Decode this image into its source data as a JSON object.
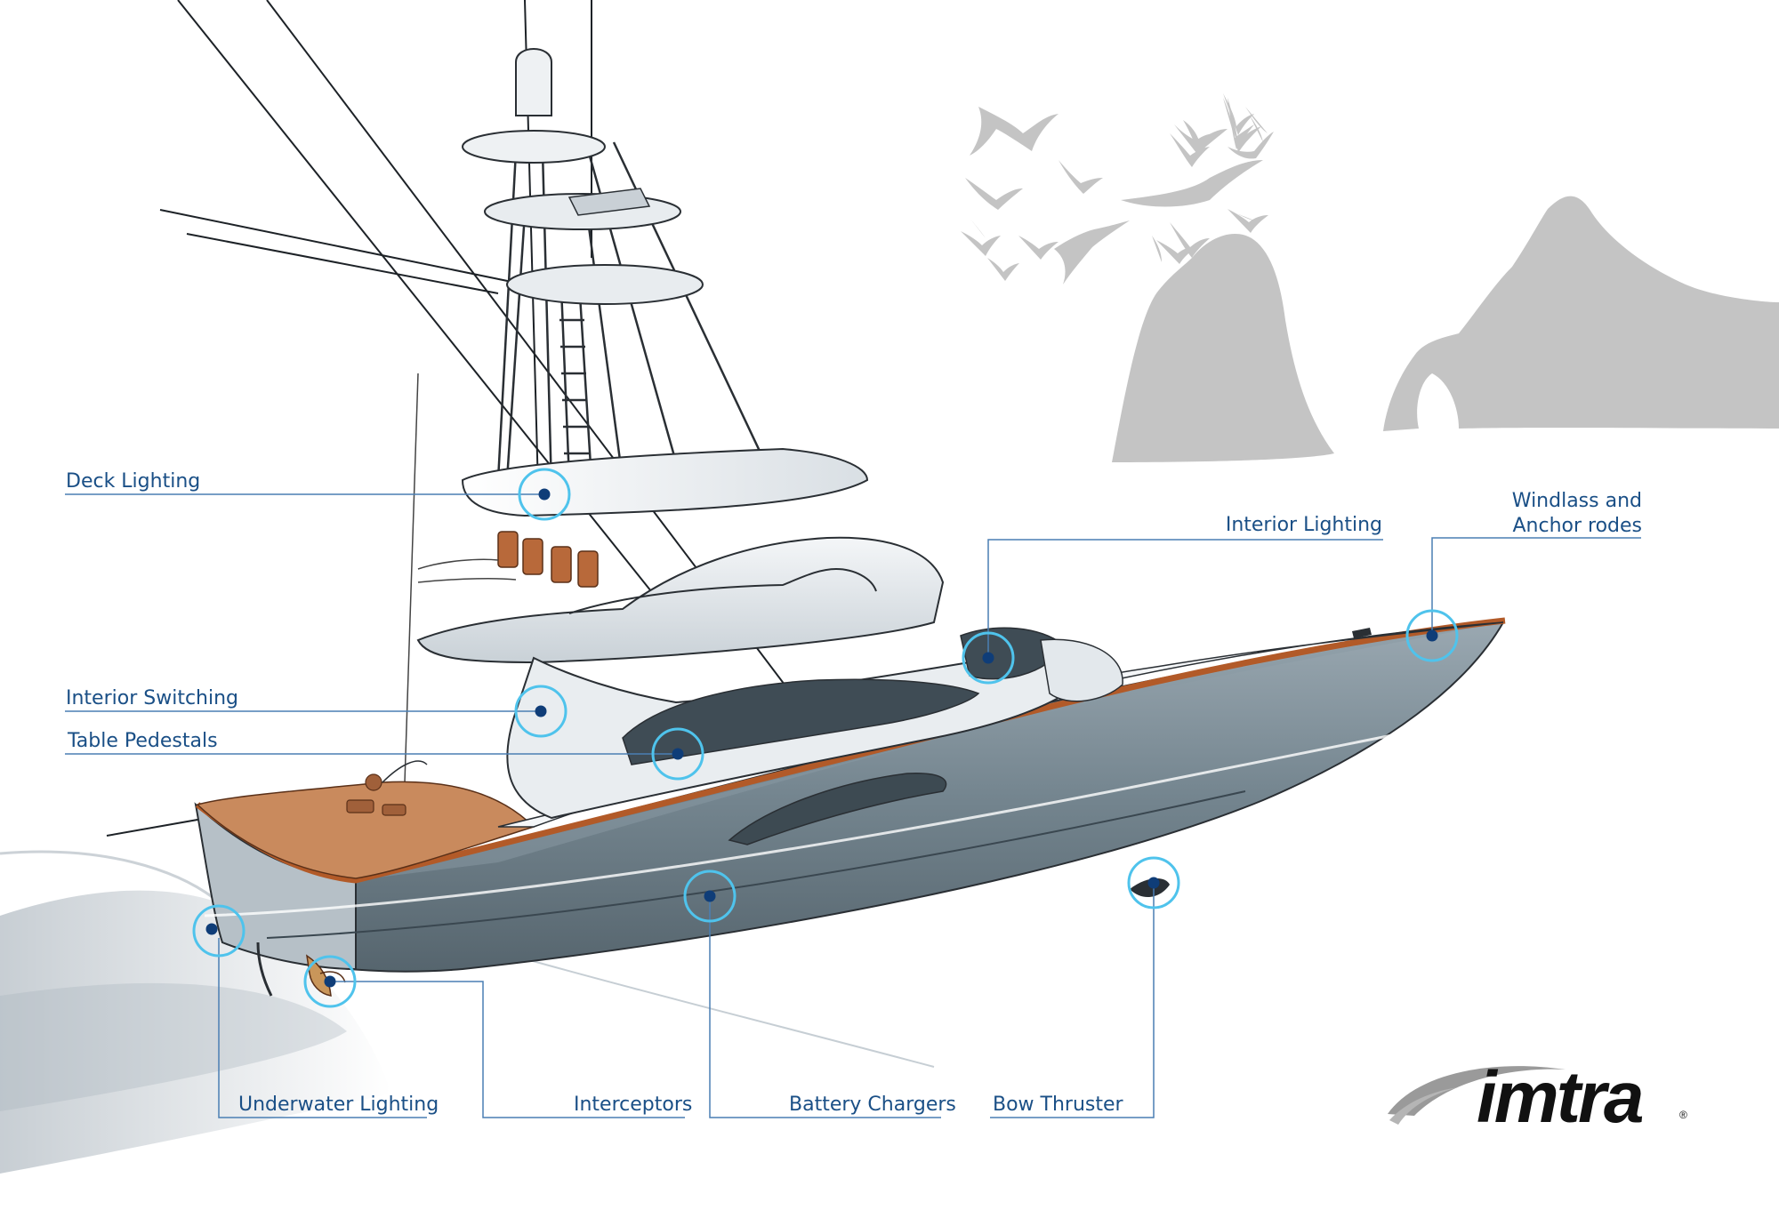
{
  "diagram": {
    "callouts": [
      {
        "id": "deck-lighting",
        "label": "Deck Lighting"
      },
      {
        "id": "interior-switching",
        "label": "Interior Switching"
      },
      {
        "id": "table-pedestals",
        "label": "Table Pedestals"
      },
      {
        "id": "interior-lighting",
        "label": "Interior Lighting"
      },
      {
        "id": "windlass",
        "label_line1": "Windlass and",
        "label_line2": "Anchor rodes"
      },
      {
        "id": "underwater-lighting",
        "label": "Underwater Lighting"
      },
      {
        "id": "interceptors",
        "label": "Interceptors"
      },
      {
        "id": "battery-chargers",
        "label": "Battery Chargers"
      },
      {
        "id": "bow-thruster",
        "label": "Bow Thruster"
      }
    ]
  },
  "logo": {
    "wordmark": "imtra",
    "registered": "®"
  },
  "colors": {
    "callout_text": "#1a4f86",
    "callout_line": "#4a7fb3",
    "marker_ring": "#4fc3ec",
    "marker_dot": "#0f3d78",
    "hull": "#7d8d97",
    "rail_wood": "#b25a28",
    "silhouette": "#c4c4c4"
  },
  "icons": {
    "marker": "target-circle-icon",
    "bird": "bird-silhouette-icon"
  }
}
